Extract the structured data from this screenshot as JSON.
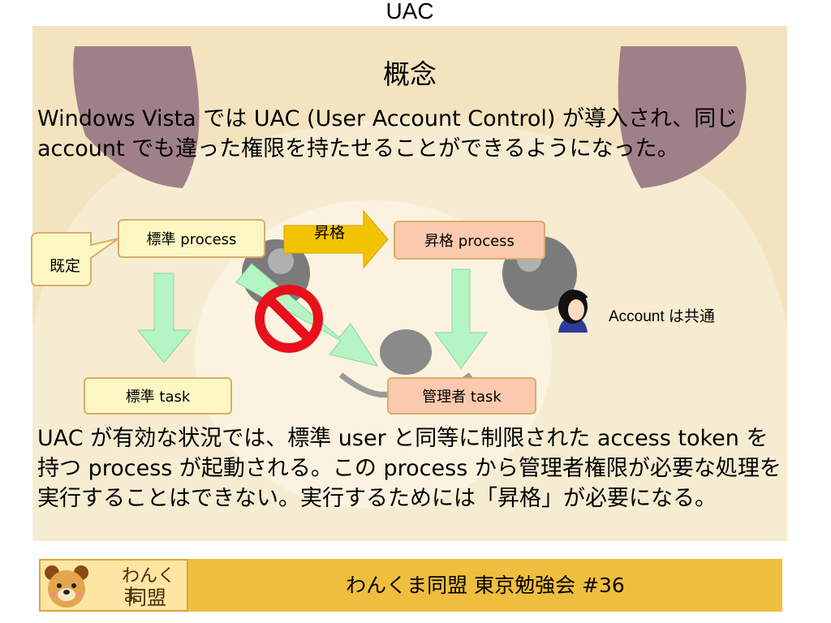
{
  "slide": {
    "title": "UAC",
    "subtitle": "概念",
    "paragraph1": "Windows Vista では UAC (User Account Control) が導入され、同じ account でも違った権限を持たせることができるようになった。",
    "paragraph2": "UAC が有効な状況では、標準 user と同等に制限された access token を持つ process が起動される。この process から管理者権限が必要な処理を実行することはできない。実行するためには「昇格」が必要になる。"
  },
  "diagram": {
    "default_callout": "既定",
    "standard_process": "標準 process",
    "elevate_arrow": "昇格",
    "elevated_process": "昇格 process",
    "standard_task": "標準 task",
    "admin_task": "管理者 task",
    "account_note": "Account は共通",
    "icons": [
      "prohibited-icon",
      "user-icon"
    ]
  },
  "footer": {
    "text": "わんくま同盟 東京勉強会 #36",
    "logo_line1": "わんくま",
    "logo_line2": "同盟"
  },
  "colors": {
    "slide_bg": "#f3e4bf",
    "footer_bar": "#f0be3e",
    "box_yellow": "#fdf7c4",
    "box_salmon": "#fbc9ad",
    "arrow_green": "#b5f5c4",
    "arrow_yellow": "#f2c300",
    "prohibit_red": "#e8101a"
  }
}
